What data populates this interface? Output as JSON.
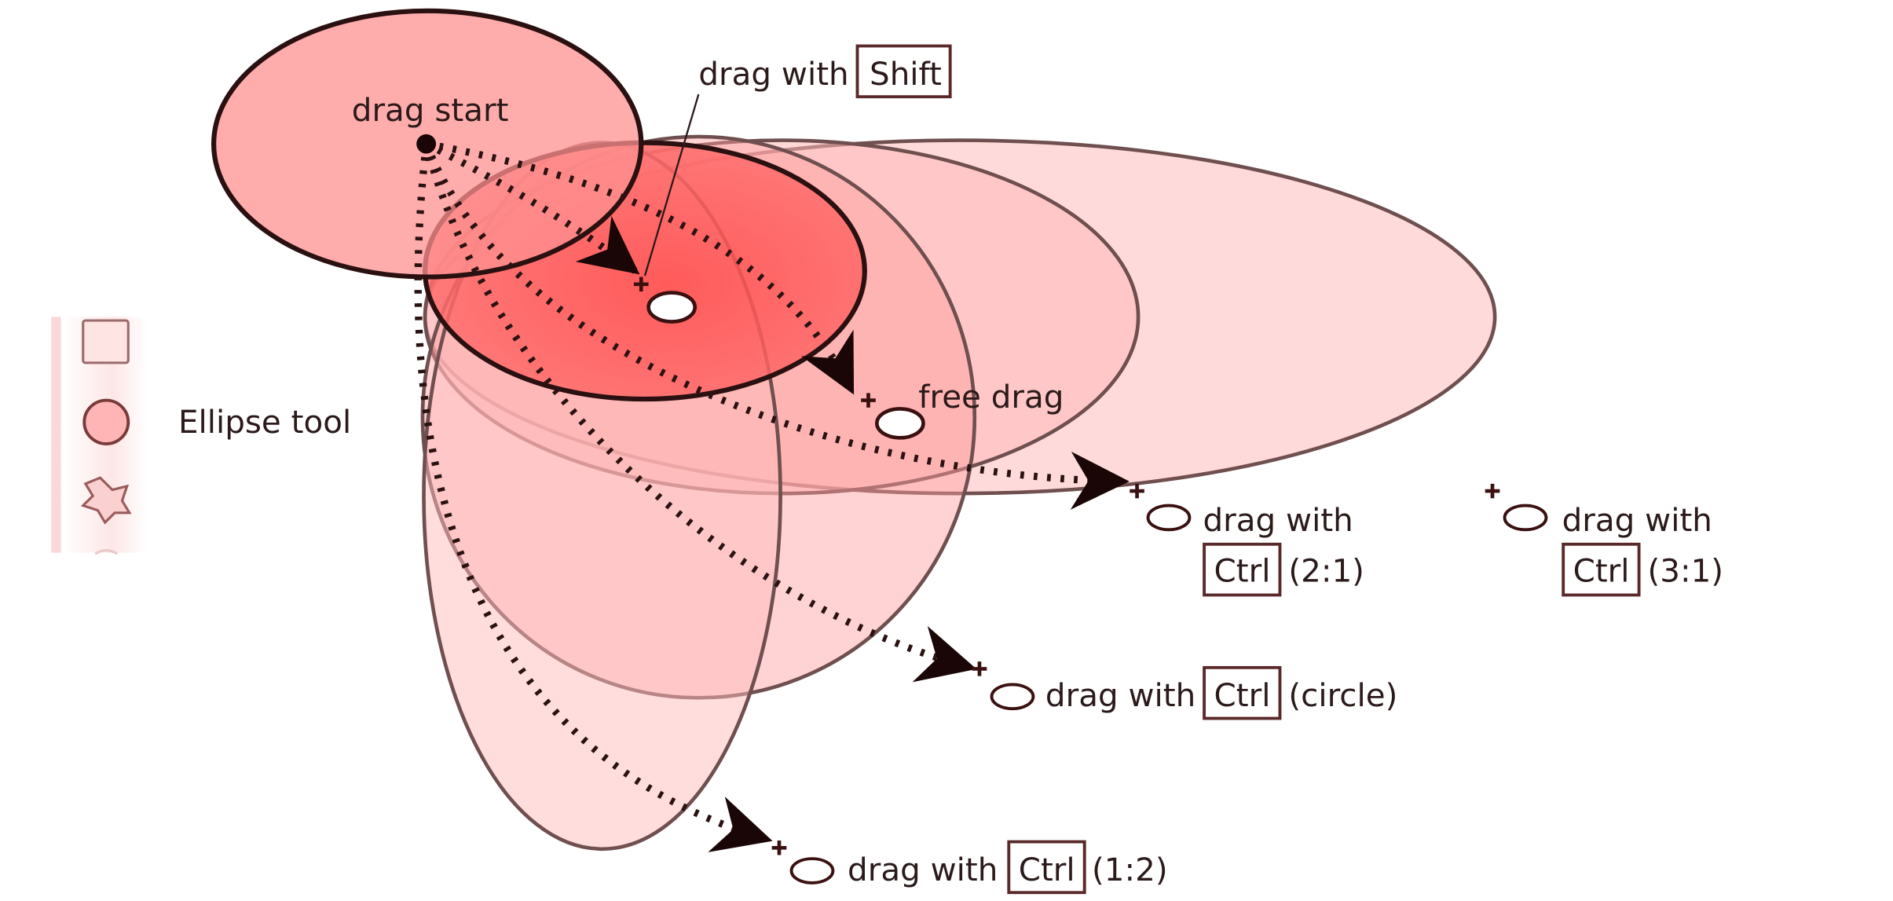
{
  "toolbox": {
    "tool_label": "Ellipse tool",
    "icons": [
      "rectangle-icon",
      "ellipse-icon",
      "star-polygon-icon"
    ]
  },
  "labels": {
    "drag_start": "drag start",
    "free_drag": "free drag",
    "drag_with": "drag with",
    "shift_key": "Shift",
    "ctrl_key": "Ctrl",
    "ratio_2_1": "(2:1)",
    "ratio_3_1": "(3:1)",
    "ratio_circle": "(circle)",
    "ratio_1_2": "(1:2)"
  },
  "colors": {
    "ellipse_fill_light": "#ffd3d3",
    "ellipse_fill_mid": "#ff9a9a",
    "ellipse_fill_strong": "#ff4e4e",
    "ellipse_stroke": "#6f4f4f",
    "ellipse_stroke_dark": "#2a1010"
  }
}
